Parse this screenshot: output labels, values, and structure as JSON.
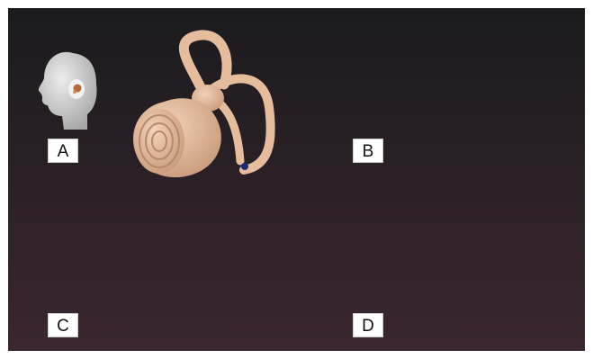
{
  "figure": {
    "panels": [
      {
        "id": "A",
        "label": "A"
      },
      {
        "id": "B",
        "label": "B"
      },
      {
        "id": "C",
        "label": "C"
      },
      {
        "id": "D",
        "label": "D"
      }
    ]
  },
  "colors": {
    "background_top": "#1b1b1d",
    "background_bottom": "#3a2630",
    "labyrinth": "#e8c2a3",
    "labyrinth_shadow": "#b88a6d",
    "head": "#c9c9c9",
    "marker": "#1b2a7a"
  }
}
